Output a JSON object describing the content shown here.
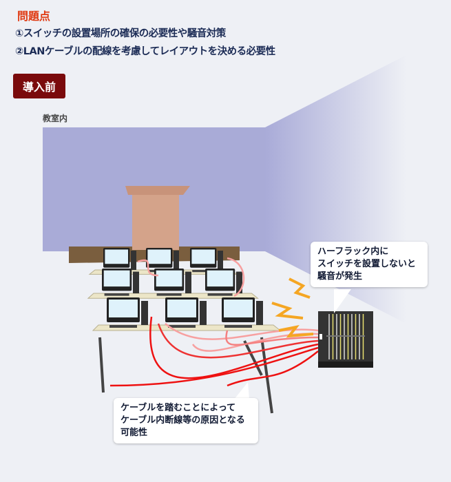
{
  "header": {
    "title": "問題点",
    "items": [
      "①スイッチの設置場所の確保の必要性や騒音対策",
      "②LANケーブルの配線を考慮してレイアウトを決める必要性"
    ]
  },
  "badge": "導入前",
  "room_label": "教室内",
  "callouts": {
    "switch": "ハーフラック内に\nスイッチを設置しないと\n騒音が発生",
    "cable": "ケーブルを踏むことによって\nケーブル内断線等の原因となる\n可能性"
  },
  "colors": {
    "title": "#e03a12",
    "text": "#1b2b55",
    "badge": "#7a0a0c",
    "cable": "#ee1111"
  }
}
